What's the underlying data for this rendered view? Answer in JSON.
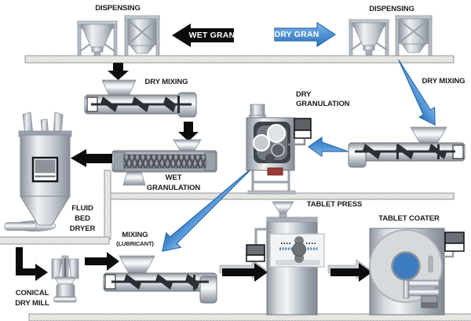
{
  "diagram": {
    "dispensing_left": "DISPENSING",
    "dispensing_right": "DISPENSING",
    "wet_branch_label": "WET GRAN",
    "dry_branch_label": "DRY GRAN",
    "dry_mixing_left": "DRY MIXING",
    "dry_mixing_right": "DRY MIXING",
    "dry_granulation": {
      "line1": "DRY",
      "line2": "GRANULATION"
    },
    "wet_granulation": {
      "line1": "WET",
      "line2": "GRANULATION"
    },
    "fluid_bed_dryer": {
      "line1": "FLUID",
      "line2": "BED",
      "line3": "DRYER"
    },
    "mixing": {
      "line1": "MIXING",
      "line2": "(LUBRICANT)"
    },
    "conical_dry_mill": {
      "line1": "CONICAL",
      "line2": "DRY MILL"
    },
    "tablet_press": "TABLET PRESS",
    "tablet_coater": "TABLET COATER",
    "colors": {
      "black_arrow": "#0c0c0c",
      "blue_arrow_light": "#8cbae8",
      "blue_arrow_dark": "#2e72b8",
      "coater_drum_blue": "#3d7cc0",
      "granulator_outlet_red": "#9c3a36"
    }
  }
}
